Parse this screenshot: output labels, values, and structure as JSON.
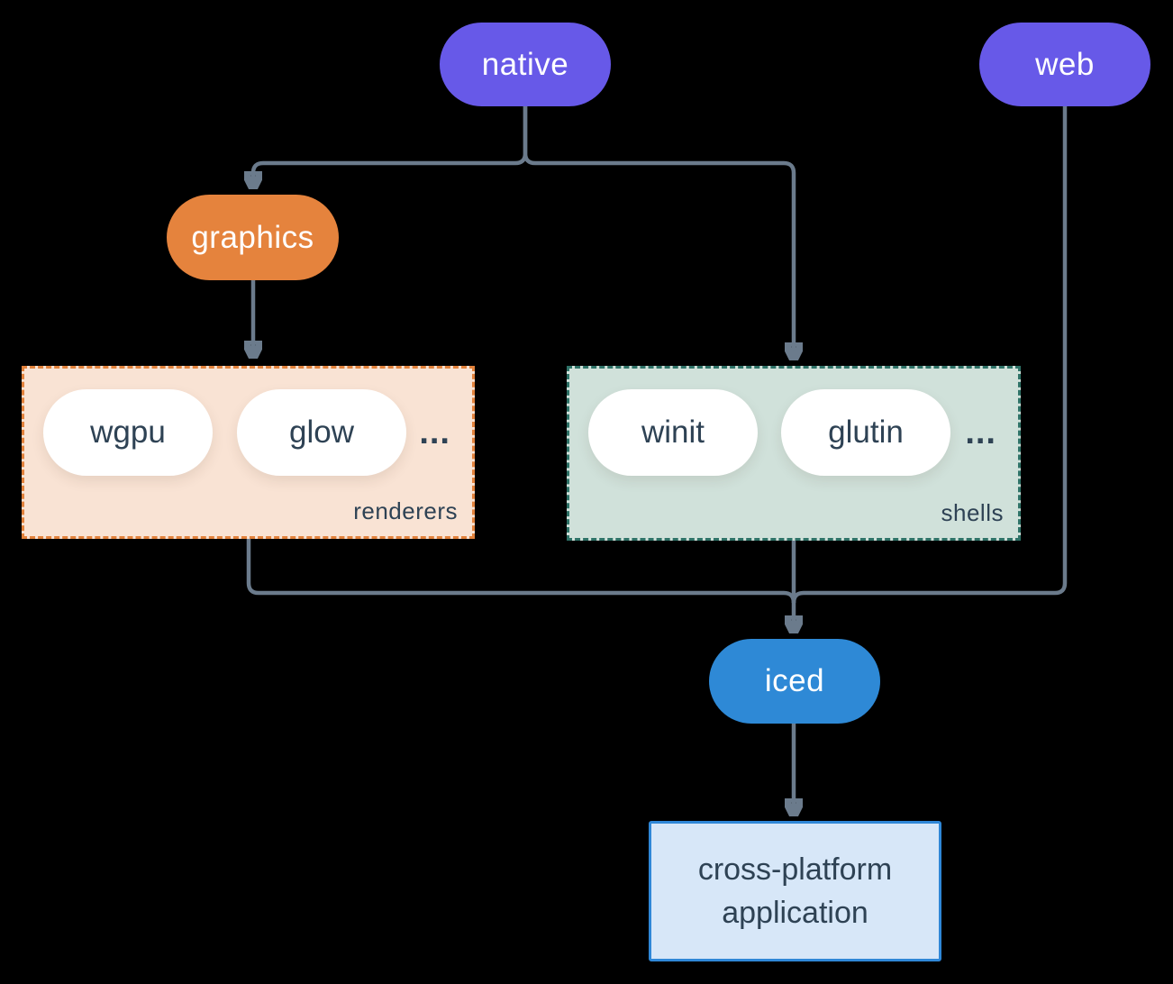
{
  "diagram": {
    "background": "#000000",
    "connector_color": "#6b7b8c",
    "nodes": {
      "native": {
        "label": "native",
        "color": "#6759e8",
        "text_color": "#ffffff"
      },
      "web": {
        "label": "web",
        "color": "#6759e8",
        "text_color": "#ffffff"
      },
      "graphics": {
        "label": "graphics",
        "color": "#e5833d",
        "text_color": "#ffffff"
      },
      "iced": {
        "label": "iced",
        "color": "#2e89d6",
        "text_color": "#ffffff"
      }
    },
    "groups": {
      "renderers": {
        "label": "renderers",
        "fill": "#f9e3d4",
        "border": "#e2823c",
        "items": [
          {
            "label": "wgpu"
          },
          {
            "label": "glow"
          }
        ],
        "ellipsis": "..."
      },
      "shells": {
        "label": "shells",
        "fill": "#d0e1da",
        "border": "#2e7267",
        "items": [
          {
            "label": "winit"
          },
          {
            "label": "glutin"
          }
        ],
        "ellipsis": "..."
      }
    },
    "app_box": {
      "label_lines": [
        "cross-platform",
        "application"
      ],
      "fill": "#d7e7f8",
      "border": "#2f87d7",
      "text_color": "#2e4254"
    }
  }
}
